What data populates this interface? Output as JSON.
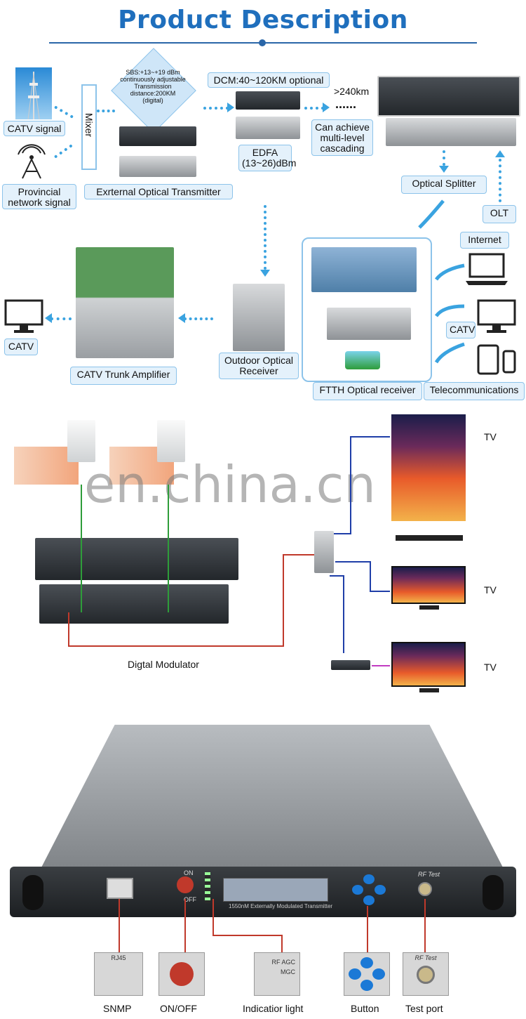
{
  "title": "Product Description",
  "diagram1": {
    "catv_signal": "CATV signal",
    "provincial_signal": "Provincial network signal",
    "mixer": "Mixer",
    "sbs_note": "SBS:+13~+19 dBm continuously adjustable Transmission distance:200KM (digital)",
    "dcm": "DCM:40~120KM optional",
    "distance": ">240km",
    "dots": "......",
    "cascading": "Can achieve multi-level cascading",
    "edfa": "EDFA (13~26)dBm",
    "external_tx": "Exrternal Optical Transmitter",
    "optical_splitter": "Optical Splitter",
    "olt": "OLT",
    "internet": "Internet",
    "catv_right": "CATV",
    "telecom": "Telecommunications",
    "ftth": "FTTH Optical receiver",
    "outdoor_rx": "Outdoor Optical Receiver",
    "trunk_amp": "CATV Trunk Amplifier",
    "catv_left": "CATV"
  },
  "diagram2": {
    "watermark": "en.china.cn",
    "tv1": "TV",
    "tv2": "TV",
    "tv3": "TV",
    "modulator": "Digtal Modulator"
  },
  "panel": {
    "on": "ON",
    "off": "OFF",
    "display_text": "1550nM Externally Modulated Transmitter",
    "rf_test_header": "RF Test",
    "callouts": [
      {
        "label": "SNMP",
        "inner": "RJ45"
      },
      {
        "label": "ON/OFF",
        "inner": ""
      },
      {
        "label": "Indicatior light",
        "inner": "RF AGC MGC"
      },
      {
        "label": "Button",
        "inner": ""
      },
      {
        "label": "Test port",
        "inner": "RF Test"
      }
    ]
  },
  "colors": {
    "accent": "#1f6fbd",
    "arrow": "#3aa3e0",
    "label_bg": "#e4f1fb",
    "signal_red": "#c0392b",
    "signal_green": "#2e9d3a",
    "signal_blue": "#1f3ea8"
  }
}
